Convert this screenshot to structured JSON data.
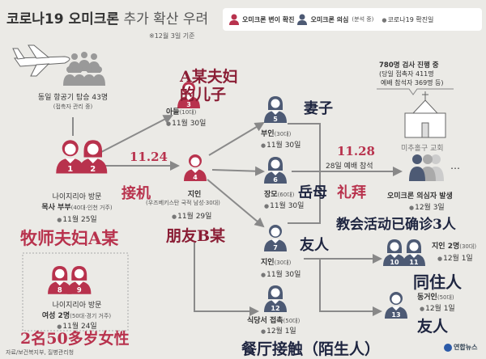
{
  "header": {
    "title_bold": "코로나19 오미크론",
    "title_light": "추가 확산 우려",
    "basis": "※12월 3일 기준"
  },
  "legend": {
    "confirmed": "오미크론 변이 확진",
    "suspected": "오미크론 의심",
    "suspected_note": "(분석 중)",
    "date": "코로나19 확진일"
  },
  "colors": {
    "confirmed": "#b8324d",
    "suspected": "#4d5a74"
  },
  "plane": {
    "line1": "동일 항공기 탑승 43명",
    "line2": "(접촉자 관리 중)"
  },
  "couple": {
    "l1": "나이지리아 방문",
    "l2": "목사 부부",
    "l2s": "(40대·인천 거주)",
    "date": "11월 25일",
    "cn": "牧师夫妇A某"
  },
  "son": {
    "l1": "아들",
    "l1s": "(10대)",
    "date": "11월 30일",
    "cn1": "A某夫妇的儿子"
  },
  "pickup": {
    "date": "11.24",
    "cn": "接机"
  },
  "friend": {
    "l1": "지인",
    "l2": "(우즈베키스탄 국적 남성·30대)",
    "date": "11월 29일",
    "cn": "朋友B某"
  },
  "wife": {
    "l1": "부인",
    "l1s": "(30대)",
    "date": "11월 30일",
    "cn": "妻子"
  },
  "mil": {
    "l1": "장모",
    "l1s": "(60대)",
    "date": "11월 30일",
    "cn": "岳母"
  },
  "acq": {
    "l1": "지인",
    "l1s": "(30대)",
    "date": "11월 30일",
    "cn": "友人"
  },
  "service": {
    "date": "11.28",
    "l1": "28일 예배 참석",
    "cn": "礼拜"
  },
  "church": {
    "bubble1": "780명 검사 진행 중",
    "bubble2": "(당일 접촉자 411명",
    "bubble3": "예배 참석자 369명 등)",
    "name": "미추홀구 교회"
  },
  "suspects": {
    "l1": "오미크론 의심자 발생",
    "date": "12월 3일",
    "more": "…",
    "cn": "教会活动已确诊3人"
  },
  "two": {
    "l1": "지인 2명",
    "l1s": "(30대)",
    "date": "12월 1일",
    "cn": "同住人"
  },
  "cohab": {
    "l1": "동거인",
    "l1s": "(50대)",
    "date": "12월 1일",
    "cn": "友人"
  },
  "restaurant": {
    "l1": "식당서 접촉",
    "l1s": "(50대)",
    "date": "12월 1일",
    "cn": "餐厅接触（陌生人）"
  },
  "women": {
    "l1": "나이지리아 방문",
    "l2": "여성 2명",
    "l2s": "(50대·경기 거주)",
    "date": "11월 24일",
    "cn": "2名50多岁女性"
  },
  "footer": {
    "source": "자료/보건복지부, 질병관리청",
    "logo": "연합뉴스"
  },
  "persons": [
    {
      "n": "1",
      "type": "confirmed",
      "g": "m"
    },
    {
      "n": "2",
      "type": "confirmed",
      "g": "f"
    },
    {
      "n": "3",
      "type": "confirmed",
      "g": "m"
    },
    {
      "n": "4",
      "type": "confirmed",
      "g": "m"
    },
    {
      "n": "5",
      "type": "suspected",
      "g": "f"
    },
    {
      "n": "6",
      "type": "suspected",
      "g": "f"
    },
    {
      "n": "7",
      "type": "suspected",
      "g": "m"
    },
    {
      "n": "8",
      "type": "confirmed",
      "g": "f"
    },
    {
      "n": "9",
      "type": "confirmed",
      "g": "f"
    },
    {
      "n": "10",
      "type": "suspected",
      "g": "f"
    },
    {
      "n": "11",
      "type": "suspected",
      "g": "f"
    },
    {
      "n": "12",
      "type": "suspected",
      "g": "f"
    },
    {
      "n": "13",
      "type": "suspected",
      "g": "m"
    }
  ]
}
